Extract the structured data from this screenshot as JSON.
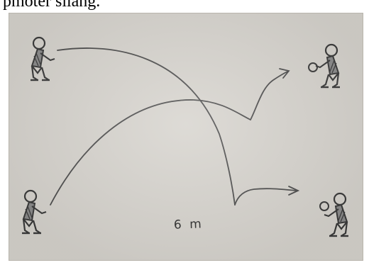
{
  "caption": "pmoter silang.",
  "distance_label": "6 m",
  "colors": {
    "paper": "#d6d3cd",
    "pencil": "#3a3a3a",
    "shading": "#8a8a8a"
  },
  "players": [
    {
      "name": "player-top-left",
      "has_ball": false
    },
    {
      "name": "player-top-right",
      "has_ball": true
    },
    {
      "name": "player-bottom-left",
      "has_ball": false
    },
    {
      "name": "player-bottom-right",
      "has_ball": true
    }
  ],
  "paths": [
    {
      "name": "pass-top-left-to-bottom-right",
      "from": "player-top-left",
      "to": "player-bottom-right"
    },
    {
      "name": "pass-bottom-left-to-top-right",
      "from": "player-bottom-left",
      "to": "player-top-right"
    }
  ]
}
